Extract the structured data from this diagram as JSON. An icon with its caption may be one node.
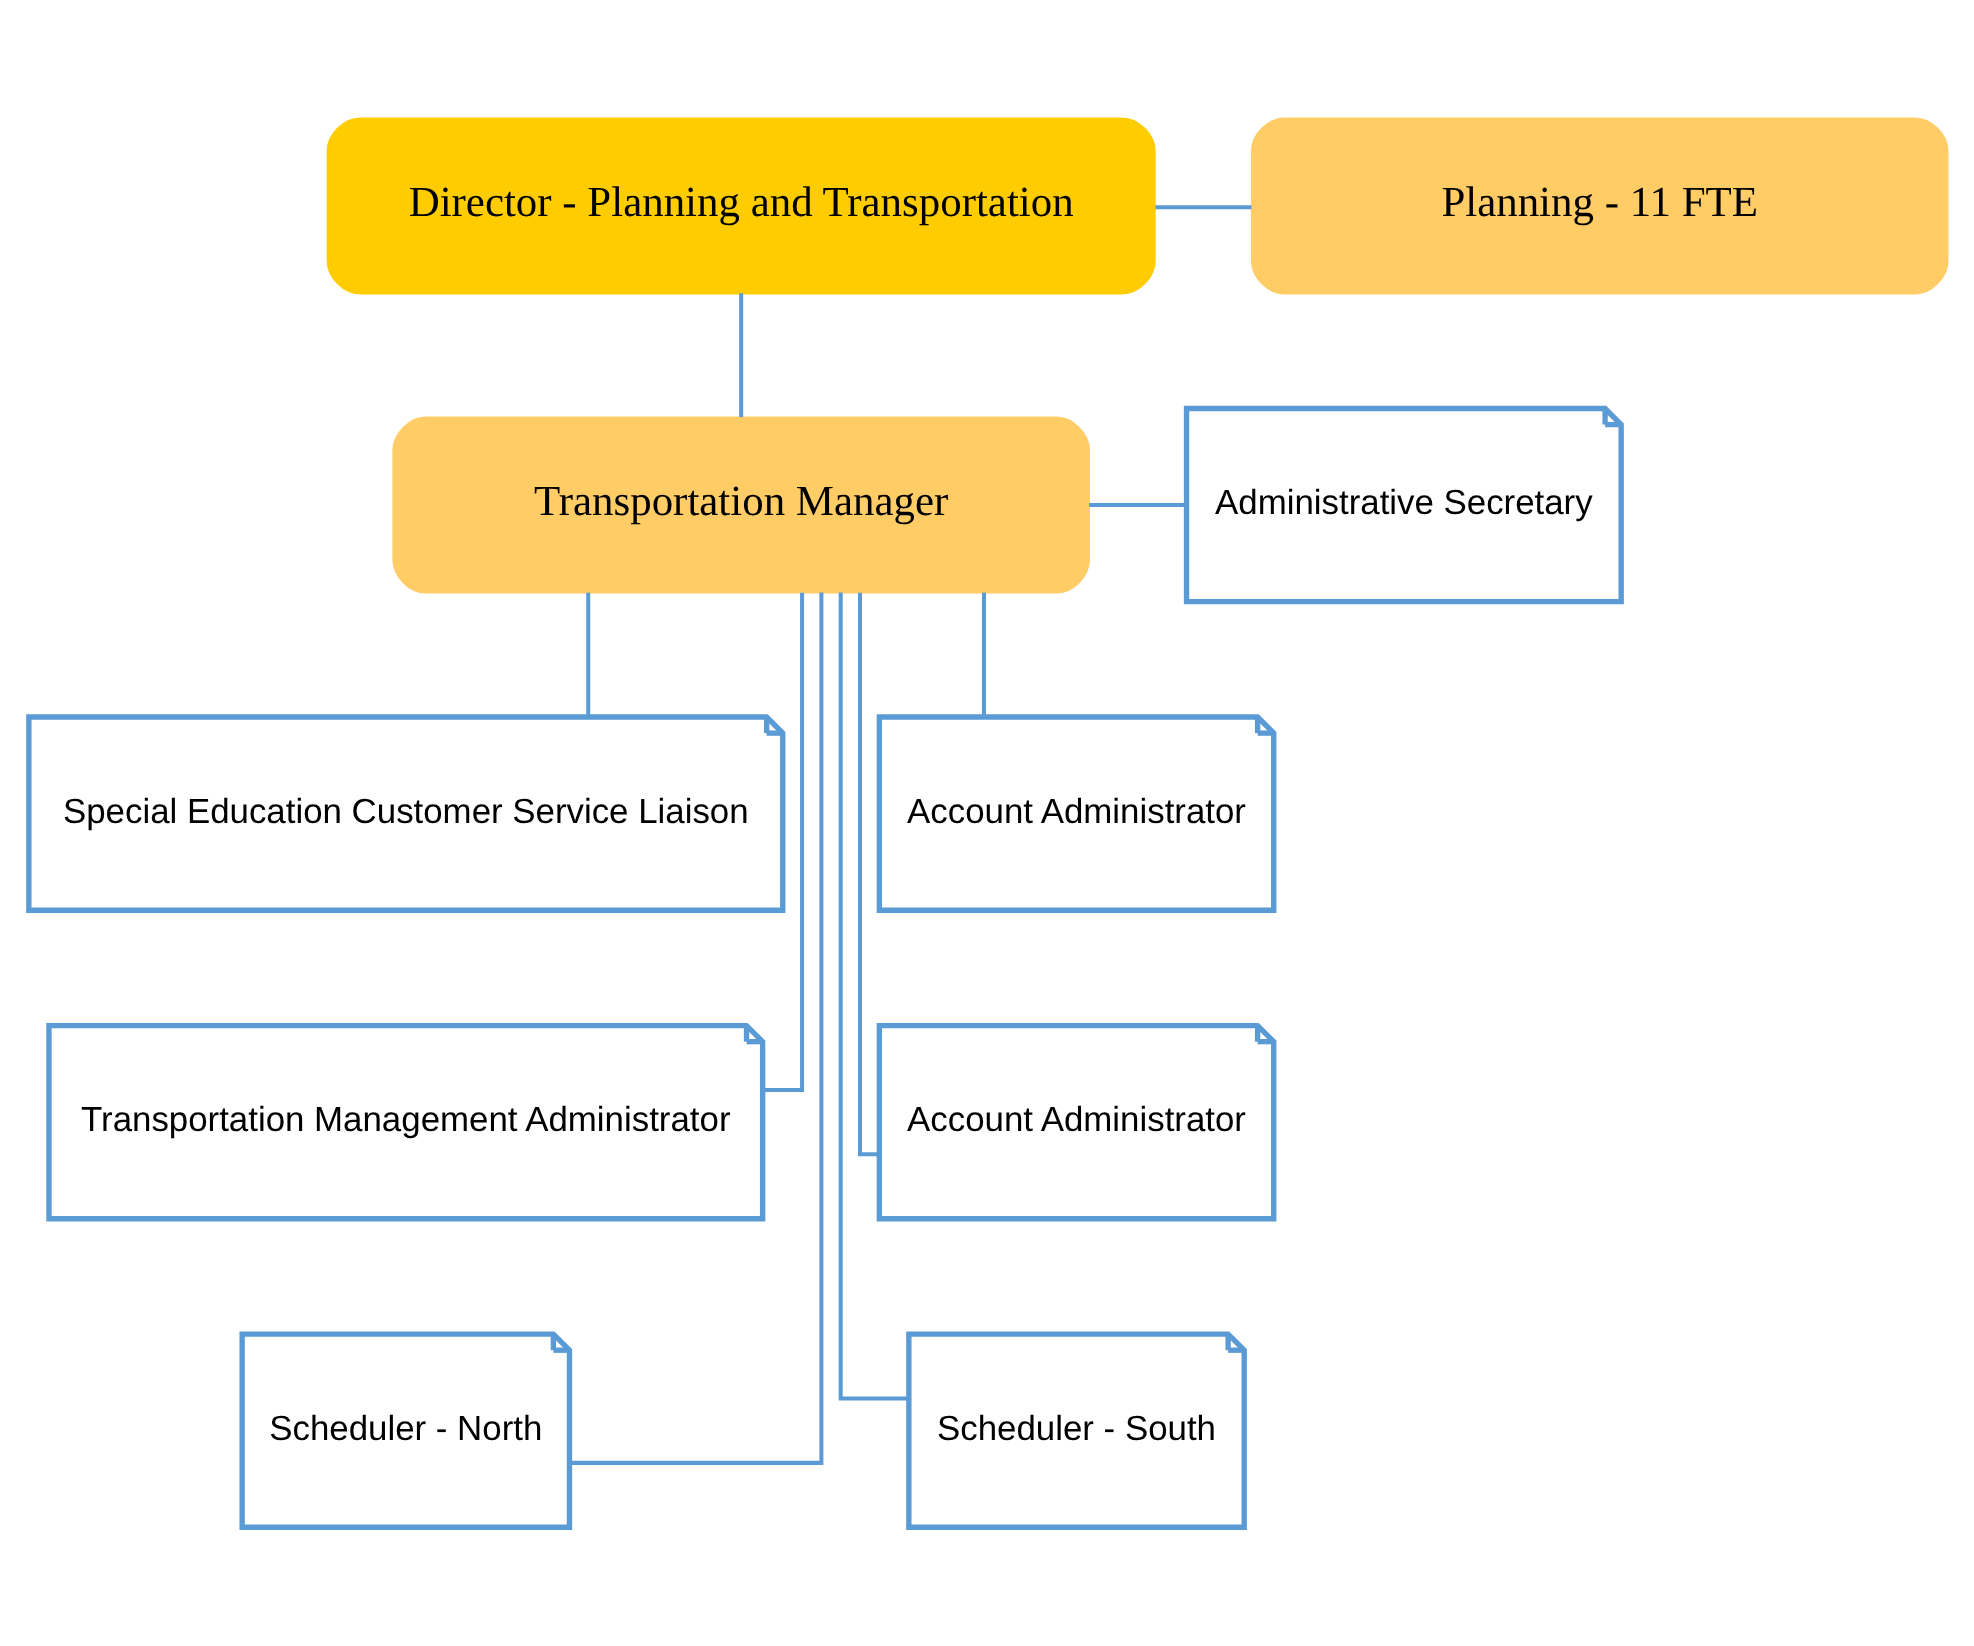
{
  "diagram": {
    "nodes": [
      {
        "text": [
          "Director - Planning and Transportation"
        ]
      },
      {
        "text": [
          "Planning - 11 FTE"
        ]
      },
      {
        "text": [
          "Transportation Manager"
        ]
      },
      {
        "text": [
          "Administrative Secretary"
        ]
      },
      {
        "text": [
          "Special Education Customer Service Liaison"
        ]
      },
      {
        "text": [
          "Account Administrator"
        ]
      },
      {
        "text": [
          "Transportation Management Administrator"
        ]
      },
      {
        "text": [
          "Account Administrator"
        ]
      },
      {
        "text": [
          "Scheduler - North"
        ]
      },
      {
        "text": [
          "Scheduler - South"
        ]
      }
    ],
    "edges": [
      {
        "from": 0,
        "to": 1,
        "arrow": "none"
      },
      {
        "from": 0,
        "to": 2,
        "arrow": "none"
      },
      {
        "from": 2,
        "to": 3,
        "arrow": "none"
      },
      {
        "from": 2,
        "to": 4,
        "arrow": "none"
      },
      {
        "from": 2,
        "to": 5,
        "arrow": "none"
      },
      {
        "from": 2,
        "to": 6,
        "arrow": "none"
      },
      {
        "from": 2,
        "to": 7,
        "arrow": "none"
      },
      {
        "from": 2,
        "to": 8,
        "arrow": "none"
      },
      {
        "from": 2,
        "to": 9,
        "arrow": "none"
      }
    ]
  }
}
